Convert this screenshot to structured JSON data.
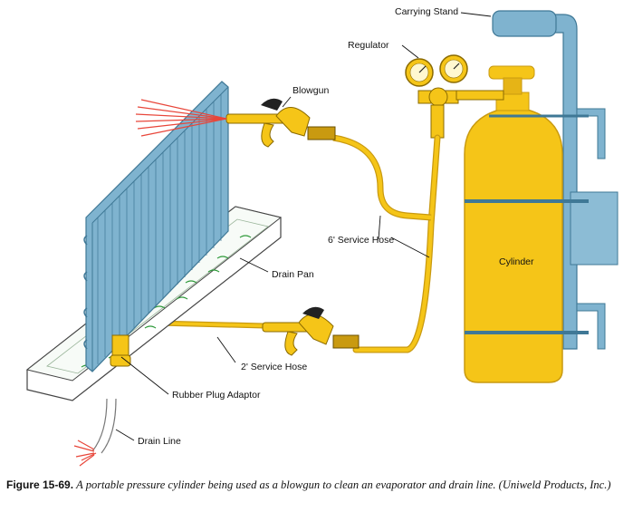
{
  "labels": {
    "carrying_stand": "Carrying Stand",
    "regulator": "Regulator",
    "blowgun": "Blowgun",
    "service_hose_6": "6' Service Hose",
    "cylinder": "Cylinder",
    "drain_pan": "Drain Pan",
    "service_hose_2": "2' Service Hose",
    "rubber_plug_adaptor": "Rubber Plug Adaptor",
    "drain_line": "Drain Line"
  },
  "caption": {
    "figure_number": "Figure 15-69.",
    "text": "A portable pressure cylinder being used as a blowgun to clean an evaporator and drain line. (Uniweld Products, Inc.)"
  },
  "colors": {
    "yellow": "#f5c518",
    "yellow_dark": "#c99a10",
    "blue": "#7fb3cf",
    "blue_dark": "#3f7896",
    "spray_red": "#e8463a"
  }
}
